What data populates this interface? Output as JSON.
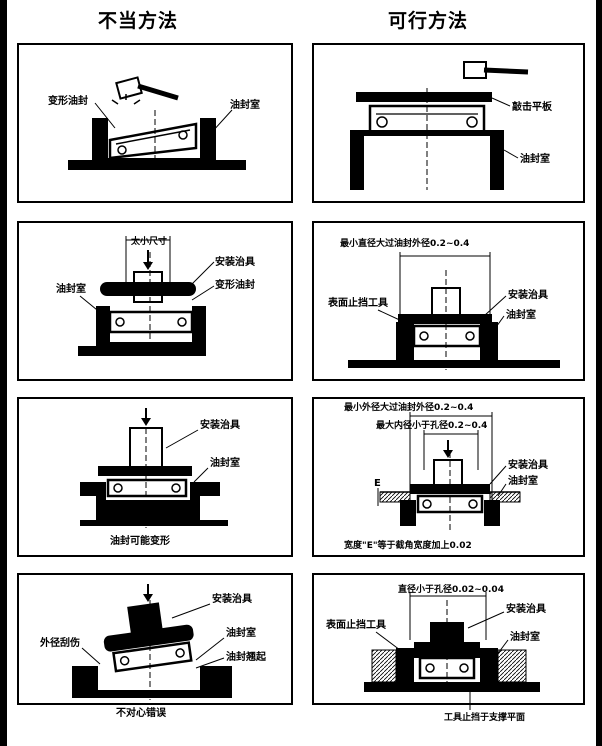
{
  "headers": {
    "wrong": "不当方法",
    "right": "可行方法"
  },
  "panels": {
    "wrong1": {
      "deformed_seal": "变形油封",
      "seal_chamber": "油封室"
    },
    "right1": {
      "striking_plate": "敲击平板",
      "seal_chamber": "油封室"
    },
    "wrong2": {
      "size_label": "太小尺寸",
      "install_tool": "安装治具",
      "seal_chamber": "油封室",
      "deformed_seal": "变形油封"
    },
    "right2": {
      "note": "最小直径大过油封外径0.2~0.4",
      "install_tool": "安装治具",
      "surface_stop": "表面止挡工具",
      "seal_chamber": "油封室"
    },
    "wrong3": {
      "install_tool": "安装治具",
      "seal_chamber": "油封室",
      "caption": "油封可能变形"
    },
    "right3": {
      "note_outer": "最小外径大过油封外径0.2~0.4",
      "note_inner": "最大内径小于孔径0.2~0.4",
      "install_tool": "安装治具",
      "seal_chamber": "油封室",
      "e_label": "E",
      "caption": "宽度\"E\"等于截角宽度加上0.02"
    },
    "wrong4": {
      "install_tool": "安装治具",
      "outer_scratch": "外径刮伤",
      "seal_chamber": "油封室",
      "seal_lift": "油封翘起",
      "caption": "不对心错误"
    },
    "right4": {
      "note": "直径小于孔径0.02~0.04",
      "surface_stop": "表面止挡工具",
      "install_tool": "安装治具",
      "seal_chamber": "油封室",
      "caption": "工具止挡于支撑平面"
    }
  }
}
